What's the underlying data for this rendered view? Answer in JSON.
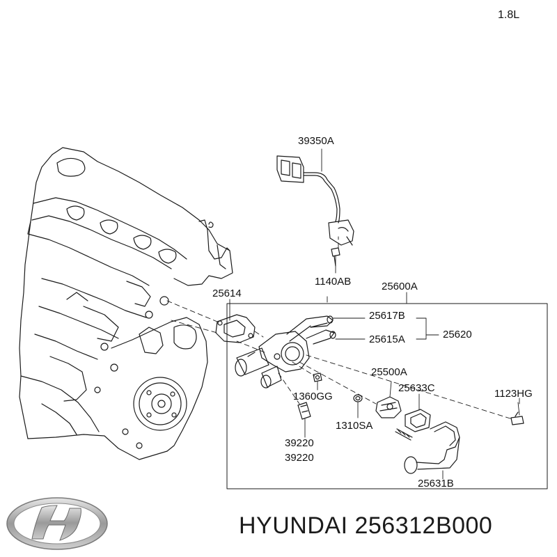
{
  "engine_label": "1.8L",
  "parts": {
    "p39350A": "39350A",
    "p1140AB": "1140AB",
    "p25614": "25614",
    "p25600A": "25600A",
    "p25617B": "25617B",
    "p25620": "25620",
    "p25615A": "25615A",
    "p25500A": "25500A",
    "p1360GG": "1360GG",
    "p25633C": "25633C",
    "p1123HG": "1123HG",
    "p1310SA": "1310SA",
    "p39220a": "39220",
    "p39220b": "39220",
    "p25631B": "25631B"
  },
  "brand": {
    "name": "HYUNDAI",
    "part_number": "256312B000",
    "logo": "hyundai-logo"
  },
  "colors": {
    "line": "#1a1a1a",
    "logo_silver": "#9a9a9a",
    "text": "#111111"
  }
}
